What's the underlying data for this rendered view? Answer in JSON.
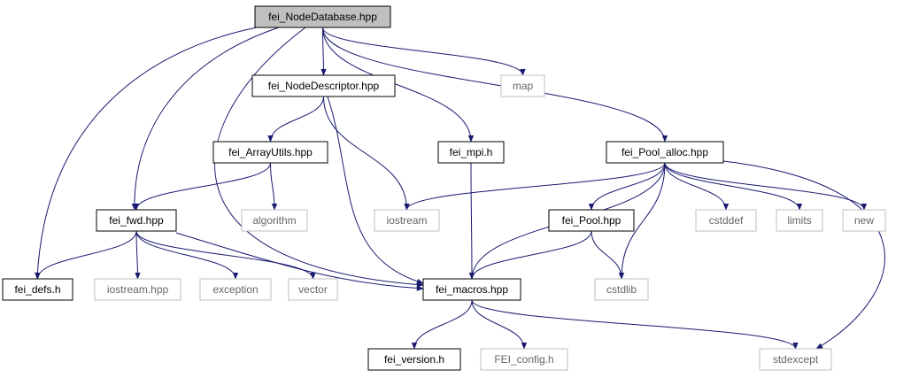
{
  "colors": {
    "edge": "#191970",
    "documented_border": "#000000",
    "external_border": "#bfbfbf",
    "documented_text": "#000000",
    "external_text": "#666666",
    "root_fill": "#bfbfbf",
    "node_fill": "#ffffff"
  },
  "nodes": [
    {
      "id": "nodedb",
      "label": "fei_NodeDatabase.hpp",
      "kind": "root",
      "icon": "file-box"
    },
    {
      "id": "nodedesc",
      "label": "fei_NodeDescriptor.hpp",
      "kind": "documented"
    },
    {
      "id": "map",
      "label": "map",
      "kind": "external"
    },
    {
      "id": "arrayutils",
      "label": "fei_ArrayUtils.hpp",
      "kind": "documented"
    },
    {
      "id": "mpi",
      "label": "fei_mpi.h",
      "kind": "documented"
    },
    {
      "id": "poolalloc",
      "label": "fei_Pool_alloc.hpp",
      "kind": "documented"
    },
    {
      "id": "fwd",
      "label": "fei_fwd.hpp",
      "kind": "documented"
    },
    {
      "id": "algorithm",
      "label": "algorithm",
      "kind": "external"
    },
    {
      "id": "iostream",
      "label": "iostream",
      "kind": "external"
    },
    {
      "id": "pool",
      "label": "fei_Pool.hpp",
      "kind": "documented"
    },
    {
      "id": "cstddef",
      "label": "cstddef",
      "kind": "external"
    },
    {
      "id": "limits",
      "label": "limits",
      "kind": "external"
    },
    {
      "id": "new",
      "label": "new",
      "kind": "external"
    },
    {
      "id": "defs",
      "label": "fei_defs.h",
      "kind": "documented"
    },
    {
      "id": "iostreamhpp",
      "label": "iostream.hpp",
      "kind": "external"
    },
    {
      "id": "exception",
      "label": "exception",
      "kind": "external"
    },
    {
      "id": "vector",
      "label": "vector",
      "kind": "external"
    },
    {
      "id": "macros",
      "label": "fei_macros.hpp",
      "kind": "documented"
    },
    {
      "id": "cstdlib",
      "label": "cstdlib",
      "kind": "external"
    },
    {
      "id": "version",
      "label": "fei_version.h",
      "kind": "documented"
    },
    {
      "id": "feiconfig",
      "label": "FEI_config.h",
      "kind": "external"
    },
    {
      "id": "stdexcept",
      "label": "stdexcept",
      "kind": "external"
    }
  ],
  "edges": [
    {
      "from": "nodedb",
      "to": "nodedesc"
    },
    {
      "from": "nodedb",
      "to": "map"
    },
    {
      "from": "nodedb",
      "to": "mpi"
    },
    {
      "from": "nodedb",
      "to": "poolalloc"
    },
    {
      "from": "nodedb",
      "to": "fwd"
    },
    {
      "from": "nodedb",
      "to": "defs"
    },
    {
      "from": "nodedb",
      "to": "macros"
    },
    {
      "from": "nodedesc",
      "to": "arrayutils"
    },
    {
      "from": "nodedesc",
      "to": "iostream"
    },
    {
      "from": "nodedesc",
      "to": "macros"
    },
    {
      "from": "arrayutils",
      "to": "fwd"
    },
    {
      "from": "arrayutils",
      "to": "algorithm"
    },
    {
      "from": "mpi",
      "to": "macros"
    },
    {
      "from": "poolalloc",
      "to": "iostream"
    },
    {
      "from": "poolalloc",
      "to": "macros"
    },
    {
      "from": "poolalloc",
      "to": "pool"
    },
    {
      "from": "poolalloc",
      "to": "cstdlib"
    },
    {
      "from": "poolalloc",
      "to": "cstddef"
    },
    {
      "from": "poolalloc",
      "to": "limits"
    },
    {
      "from": "poolalloc",
      "to": "new"
    },
    {
      "from": "poolalloc",
      "to": "stdexcept"
    },
    {
      "from": "fwd",
      "to": "defs"
    },
    {
      "from": "fwd",
      "to": "iostreamhpp"
    },
    {
      "from": "fwd",
      "to": "exception"
    },
    {
      "from": "fwd",
      "to": "vector"
    },
    {
      "from": "fwd",
      "to": "macros"
    },
    {
      "from": "pool",
      "to": "macros"
    },
    {
      "from": "pool",
      "to": "cstdlib"
    },
    {
      "from": "macros",
      "to": "version"
    },
    {
      "from": "macros",
      "to": "feiconfig"
    },
    {
      "from": "macros",
      "to": "stdexcept"
    }
  ]
}
